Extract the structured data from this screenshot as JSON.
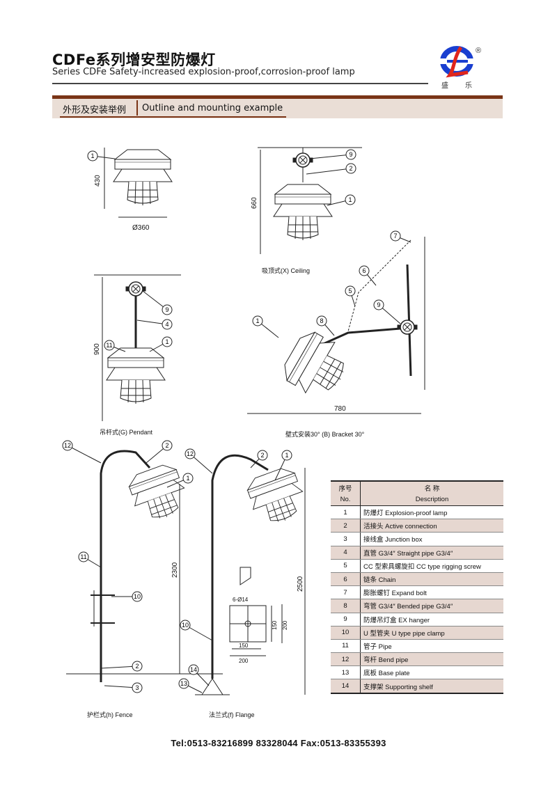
{
  "header": {
    "title": "CDFe系列增安型防爆灯",
    "subtitle": "Series CDFe Safety-increased explosion-proof,corrosion-proof lamp",
    "logo_text": "盛 乐",
    "logo_registered": "R",
    "colors": {
      "brand_blue": "#1a3fd0",
      "brand_red": "#e0261c",
      "accent_brown": "#7a3416",
      "band": "#eaded6"
    }
  },
  "section": {
    "label_cn": "外形及安装举例",
    "label_en": "Outline and mounting example"
  },
  "figures": {
    "standard": {
      "dim_height": "430",
      "dim_diameter": "Ø360",
      "callouts": [
        "1"
      ]
    },
    "ceiling": {
      "caption": "吸顶式(X) Ceiling",
      "dim_height": "660",
      "callouts": [
        "9",
        "2",
        "1"
      ]
    },
    "pendant": {
      "caption": "吊杆式(G) Pendant",
      "dim_height": "900",
      "callouts": [
        "9",
        "4",
        "11",
        "1"
      ]
    },
    "bracket": {
      "caption": "壁式安装30°  (B) Bracket 30°",
      "dim_width": "780",
      "callouts": [
        "7",
        "6",
        "5",
        "9",
        "8",
        "1"
      ]
    },
    "fence": {
      "caption": "护栏式(h) Fence",
      "dim_height": "2300",
      "callouts": [
        "12",
        "2",
        "1",
        "11",
        "10",
        "2",
        "3"
      ]
    },
    "flange": {
      "caption": "法兰式(f) Flange",
      "dim_height": "2500",
      "plate_holes": "6-Ø14",
      "plate_dims": [
        "150",
        "200",
        "150",
        "200"
      ],
      "callouts": [
        "12",
        "2",
        "1",
        "10",
        "14",
        "13"
      ]
    }
  },
  "parts_table": {
    "header_no_cn": "序号",
    "header_no_en": "No.",
    "header_desc_cn": "名  称",
    "header_desc_en": "Description",
    "rows": [
      {
        "no": "1",
        "desc": "防爆灯 Explosion-proof lamp"
      },
      {
        "no": "2",
        "desc": "活接头 Active connection"
      },
      {
        "no": "3",
        "desc": "接线盒 Junction box"
      },
      {
        "no": "4",
        "desc": "直管 G3/4″  Straight pipe G3/4″"
      },
      {
        "no": "5",
        "desc": "CC 型索具螺旋扣 CC type rigging screw"
      },
      {
        "no": "6",
        "desc": "链条 Chain"
      },
      {
        "no": "7",
        "desc": "膨胀螺钉 Expand bolt"
      },
      {
        "no": "8",
        "desc": "弯管 G3/4″  Bended pipe G3/4″"
      },
      {
        "no": "9",
        "desc": "防爆吊灯盒 EX hanger"
      },
      {
        "no": "10",
        "desc": "U 型管夹  U type pipe clamp"
      },
      {
        "no": "11",
        "desc": "管子 Pipe"
      },
      {
        "no": "12",
        "desc": "弯杆 Bend pipe"
      },
      {
        "no": "13",
        "desc": "底板 Base plate"
      },
      {
        "no": "14",
        "desc": "支撑架 Supporting shelf"
      }
    ]
  },
  "footer": {
    "contact": "Tel:0513-83216899  83328044  Fax:0513-83355393"
  }
}
